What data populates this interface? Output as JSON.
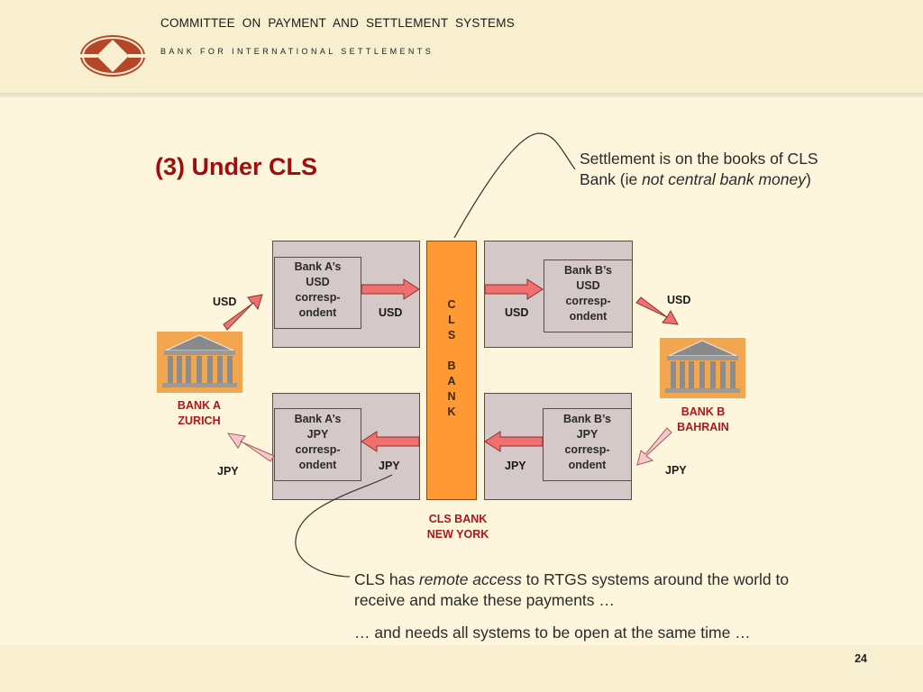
{
  "header": {
    "org_line1": "COMMITTEE  ON  PAYMENT  AND  SETTLEMENT  SYSTEMS",
    "org_line2": "BANK FOR INTERNATIONAL SETTLEMENTS"
  },
  "slide": {
    "title": "(3) Under CLS",
    "note_top": {
      "line1": "Settlement is on the books of CLS",
      "line2_prefix": "Bank (ie ",
      "line2_emph": "not central bank money",
      "line2_suffix": ")"
    },
    "note_bottom": {
      "line1_prefix": "CLS has ",
      "line1_emph": "remote access",
      "line1_suffix": " to RTGS systems around the world to",
      "line2": "receive and make these payments …",
      "line3": "… and needs all systems to be open at the same time …"
    },
    "page_number": "24"
  },
  "diagram": {
    "bank_a_usd_corr": [
      "Bank A’s",
      "USD",
      "corresp-",
      "ondent"
    ],
    "bank_b_usd_corr": [
      "Bank B’s",
      "USD",
      "corresp-",
      "ondent"
    ],
    "bank_a_jpy_corr": [
      "Bank A’s",
      "JPY",
      "corresp-",
      "ondent"
    ],
    "bank_b_jpy_corr": [
      "Bank B’s",
      "JPY",
      "corresp-",
      "ondent"
    ],
    "cls_vertical": [
      "C",
      "L",
      "S",
      "",
      "B",
      "A",
      "N",
      "K"
    ],
    "cls_bank_label": [
      "CLS BANK",
      "NEW YORK"
    ],
    "bank_a_label": [
      "BANK  A",
      "ZURICH"
    ],
    "bank_b_label": [
      "BANK  B",
      "BAHRAIN"
    ],
    "labels": {
      "usd_left_outer": "USD",
      "usd_left_inner": "USD",
      "usd_right_inner": "USD",
      "usd_right_outer": "USD",
      "jpy_left_outer": "JPY",
      "jpy_left_inner": "JPY",
      "jpy_right_inner": "JPY",
      "jpy_right_outer": "JPY"
    },
    "colors": {
      "title": "#A00D0D",
      "cls_box": "#FF9933",
      "usd_arrow": "#F07070",
      "jpy_arrow": "#F8C8C8",
      "box_fill": "#D4C8C8",
      "bank_icon": "#F2A650"
    }
  }
}
